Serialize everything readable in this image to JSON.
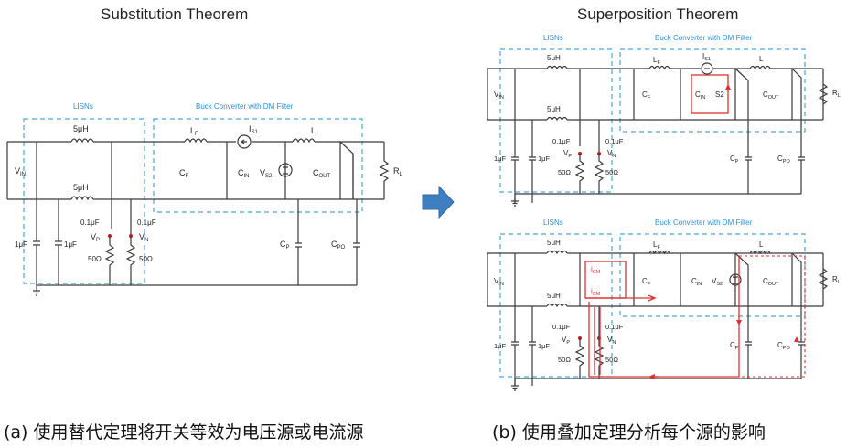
{
  "titles": {
    "left": "Substitution Theorem",
    "right": "Superposition Theorem"
  },
  "captions": {
    "left": "(a) 使用替代定理将开关等效为电压源或电流源",
    "right": "(b) 使用叠加定理分析每个源的影响"
  },
  "labels": {
    "lisns": "LISNs",
    "buck": "Buck Converter with DM Filter",
    "inductor_5uh": "5μH",
    "cap_1uf": "1μF",
    "cap_01uf": "0.1μF",
    "res_50": "50Ω",
    "vin": "V",
    "vin_sub": "IN",
    "vp": "V",
    "vp_sub": "P",
    "vn": "V",
    "vn_sub": "N",
    "lf": "L",
    "lf_sub": "F",
    "cf": "C",
    "cf_sub": "F",
    "cin": "C",
    "cin_sub": "IN",
    "is1": "I",
    "is1_sub": "S1",
    "vs2": "V",
    "vs2_sub": "S2",
    "l": "L",
    "cout": "C",
    "cout_sub": "OUT",
    "rl": "R",
    "rl_sub": "L",
    "cp": "C",
    "cp_sub": "P",
    "cpo": "C",
    "cpo_sub": "PO",
    "s2": "S2",
    "icm": "i",
    "icm_sub": "CM"
  },
  "colors": {
    "wire": "#3a3a3a",
    "dashed_box": "#4aa6d6",
    "highlight": "#e03030",
    "arrow": "#3f7fc1"
  }
}
